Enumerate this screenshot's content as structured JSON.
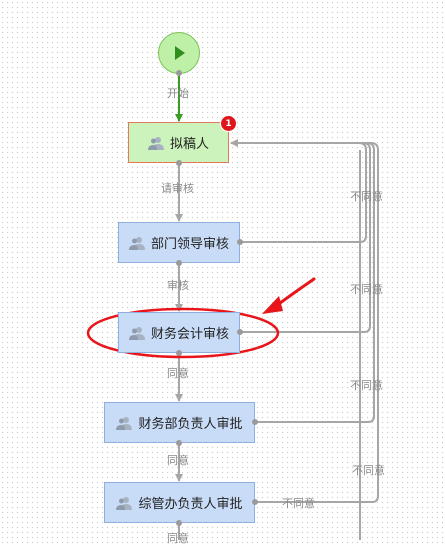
{
  "start_event": {
    "label": "开始",
    "icon": "play-icon"
  },
  "nodes": [
    {
      "id": "drafter",
      "label": "拟稿人",
      "badge": "1",
      "icon": "users-icon"
    },
    {
      "id": "dept_leader",
      "label": "部门领导审核",
      "icon": "users-icon"
    },
    {
      "id": "finance_accounting",
      "label": "财务会计审核",
      "icon": "users-icon"
    },
    {
      "id": "finance_head",
      "label": "财务部负责人审批",
      "icon": "users-icon"
    },
    {
      "id": "office_head",
      "label": "综管办负责人审批",
      "icon": "users-icon"
    }
  ],
  "edge_labels": {
    "start_to_drafter": "开始",
    "submit": "请审核",
    "review": "审核",
    "agree_1": "同意",
    "agree_2": "同意",
    "agree_3": "同意",
    "reject_1": "不同意",
    "reject_2": "不同意",
    "reject_3": "不同意",
    "reject_4": "不同意",
    "reject_5": "不同意"
  },
  "annotation": {
    "highlight_color": "#e8151b"
  },
  "colors": {
    "task_fill": "#c9dcf7",
    "start_task_fill": "#ccf3bb",
    "start_event_fill": "#bff0a8",
    "edge_gray": "#a6a6a6",
    "edge_green": "#3c9a26"
  }
}
